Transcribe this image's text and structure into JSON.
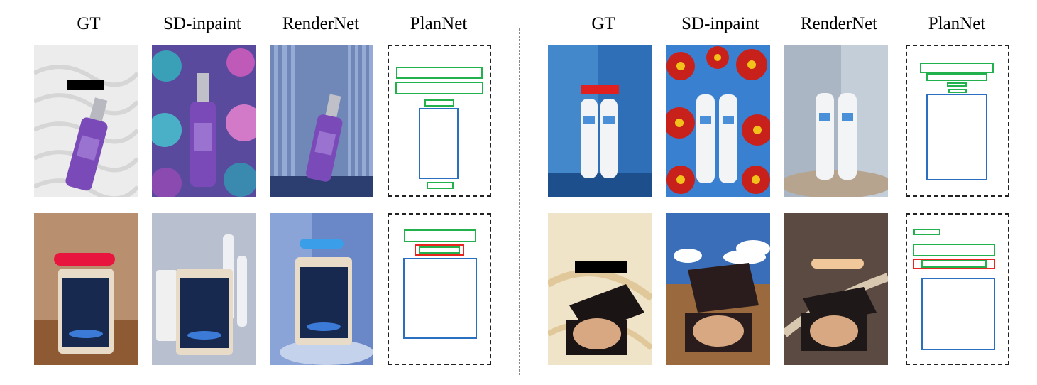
{
  "headers": {
    "left": [
      "GT",
      "SD-inpaint",
      "RenderNet",
      "PlanNet"
    ],
    "right": [
      "GT",
      "SD-inpaint",
      "RenderNet",
      "PlanNet"
    ]
  },
  "panels": {
    "row1_left": [
      "serum-bottle-photo-white-waves",
      "serum-bottle-photo-purple-flowers",
      "serum-bottle-photo-blue-studio",
      "layout-plan"
    ],
    "row1_right": [
      "spray-bottles-photo-blue",
      "spray-bottles-photo-red-flowers",
      "spray-bottles-photo-grey",
      "layout-plan"
    ],
    "row2_left": [
      "tablet-photo-wood-table",
      "tablet-photo-white-bottles",
      "tablet-photo-blue-pedestal",
      "layout-plan"
    ],
    "row2_right": [
      "compact-photo-cream-ribbons",
      "compact-photo-sky-wood",
      "compact-photo-dark-swirl",
      "layout-plan"
    ]
  },
  "colors": {
    "text_box": "#22b14c",
    "highlight_box": "#e8261f",
    "product_box": "#2a6fc0"
  }
}
